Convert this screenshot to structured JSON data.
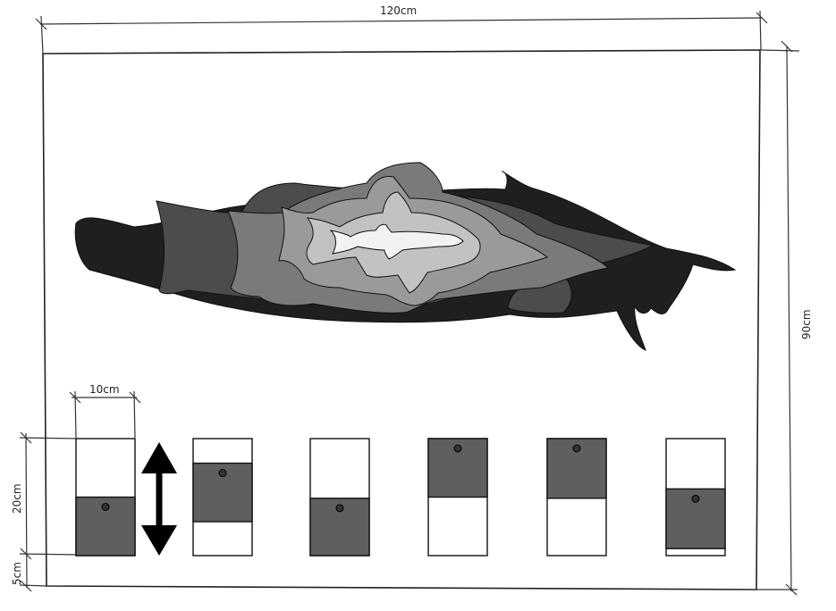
{
  "dimensions": {
    "width_label": "120cm",
    "height_label": "90cm",
    "panel_width_label": "10cm",
    "panel_height_label": "20cm",
    "gap_label": "5cm"
  },
  "colors": {
    "panel_dark": "#5f5f5f",
    "panel_light": "#ffffff",
    "fish_darkest": "#1f1f1f",
    "fish_dark": "#444444",
    "fish_mid": "#7a7a7a",
    "fish_midlight": "#9a9a9a",
    "fish_light": "#c0c0c0",
    "fish_white": "#f2f2f2"
  },
  "panels": [
    {
      "dark_fraction_top": 0.5,
      "dark_fraction_bottom": 1.0
    },
    {
      "dark_fraction_top": 0.21,
      "dark_fraction_bottom": 0.71
    },
    {
      "dark_fraction_top": 0.51,
      "dark_fraction_bottom": 1.0
    },
    {
      "dark_fraction_top": 0.0,
      "dark_fraction_bottom": 0.5
    },
    {
      "dark_fraction_top": 0.0,
      "dark_fraction_bottom": 0.51
    },
    {
      "dark_fraction_top": 0.43,
      "dark_fraction_bottom": 0.94
    }
  ],
  "icons": {
    "arrow": "double-vertical-arrow-icon"
  }
}
